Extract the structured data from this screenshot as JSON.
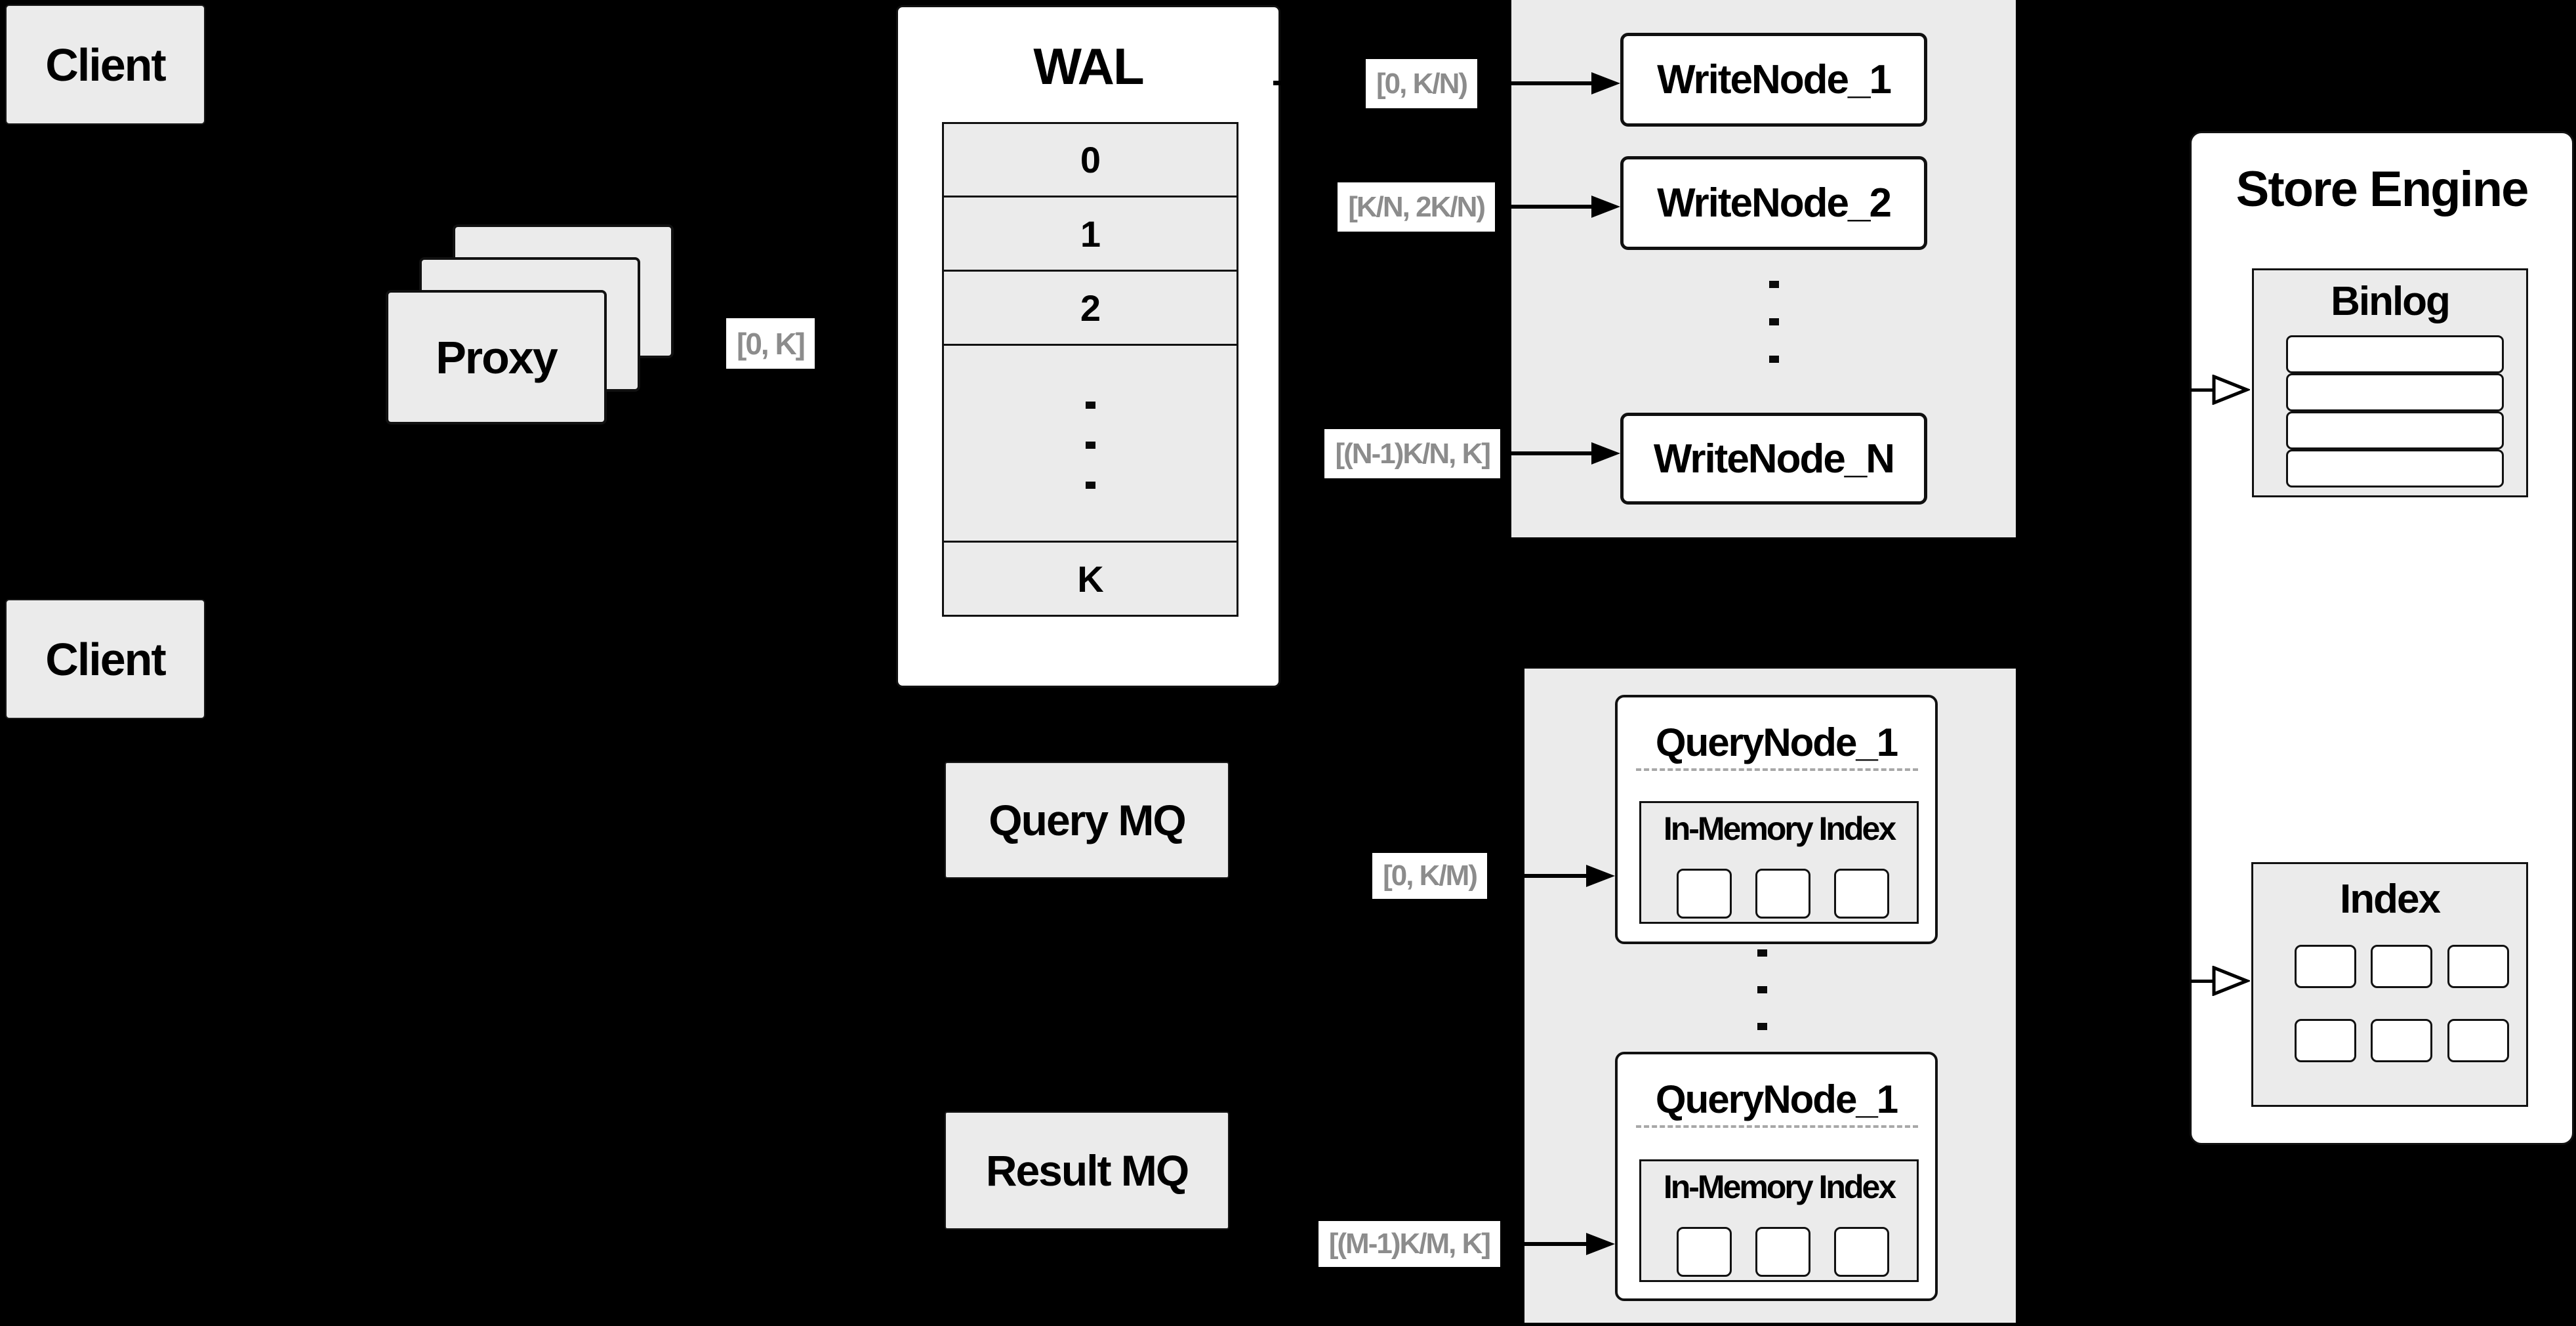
{
  "colors": {
    "background": "#000000",
    "panel_gray": "#ebebeb",
    "box_white": "#ffffff",
    "border_black": "#111111",
    "range_text_gray": "#8c8c8c",
    "dashed_gray": "#a8a8a8"
  },
  "clients": {
    "top": "Client",
    "bottom": "Client"
  },
  "proxy": {
    "label": "Proxy",
    "range": "[0, K]"
  },
  "wal": {
    "title": "WAL",
    "rows": [
      "0",
      "1",
      "2",
      "K"
    ]
  },
  "write_group": {
    "nodes": [
      {
        "label": "WriteNode_1",
        "range": "[0, K/N)"
      },
      {
        "label": "WriteNode_2",
        "range": "[K/N, 2K/N)"
      },
      {
        "label": "WriteNode_N",
        "range": "[(N-1)K/N, K]"
      }
    ]
  },
  "mq": {
    "query": "Query MQ",
    "result": "Result MQ"
  },
  "query_group": {
    "nodes": [
      {
        "title": "QueryNode_1",
        "index_label": "In-Memory Index",
        "range": "[0, K/M)"
      },
      {
        "title": "QueryNode_1",
        "index_label": "In-Memory Index",
        "range": "[(M-1)K/M, K]"
      }
    ]
  },
  "store_engine": {
    "title": "Store Engine",
    "binlog_title": "Binlog",
    "index_title": "Index"
  }
}
